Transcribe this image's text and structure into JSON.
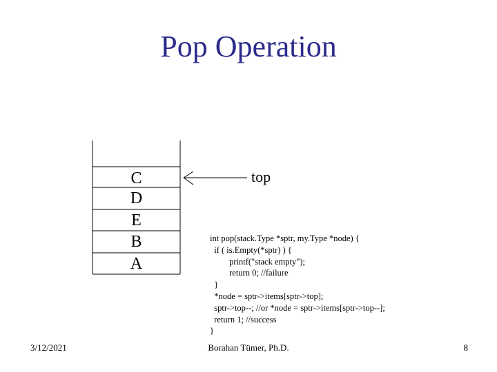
{
  "slide": {
    "title": "Pop Operation",
    "stack": {
      "items": [
        "C",
        "D",
        "E",
        "B",
        "A"
      ],
      "pointer_label": "top"
    },
    "code_lines": [
      "int pop(stack.Type *sptr, my.Type *node) {",
      "  if ( is.Empty(*sptr) ) {",
      "         printf(\"stack empty\");",
      "         return 0; //failure",
      "  }",
      "  *node = sptr->items[sptr->top];",
      "  sptr->top--; //or *node = sptr->items[sptr->top--];",
      "  return 1; //success",
      "}"
    ],
    "footer": {
      "date": "3/12/2021",
      "author": "Borahan Tümer, Ph.D.",
      "page": "8"
    }
  }
}
